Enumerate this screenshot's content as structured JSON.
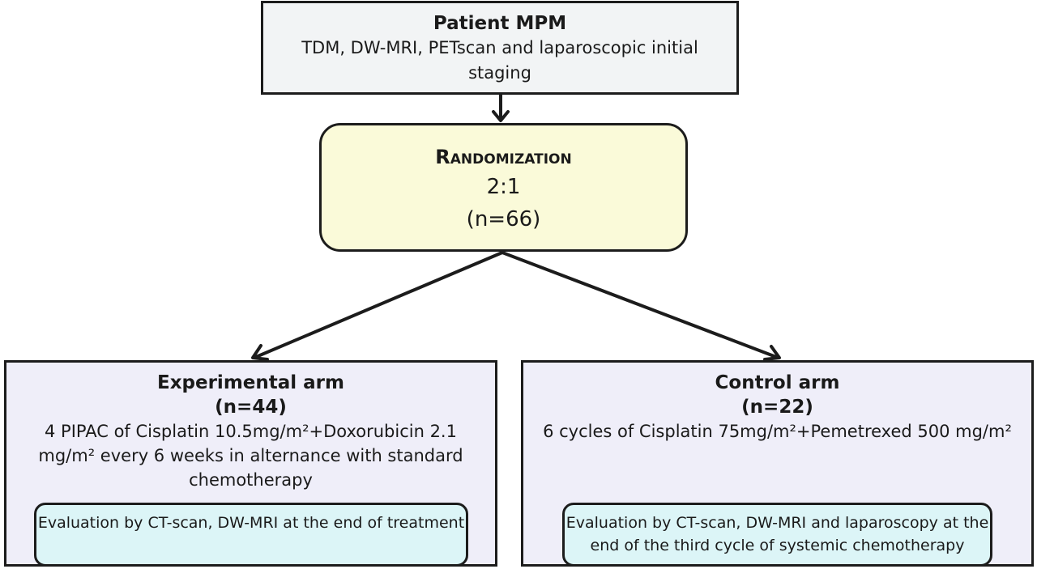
{
  "patient": {
    "title": "Patient MPM",
    "subtitle": "TDM, DW-MRI, PETscan and laparoscopic initial staging"
  },
  "randomization": {
    "title": "Randomization",
    "ratio": "2:1",
    "n": "(n=66)"
  },
  "experimental_arm": {
    "title": "Experimental arm",
    "n": "(n=44)",
    "treatment": "4 PIPAC of Cisplatin 10.5mg/m²+Doxorubicin 2.1 mg/m² every 6 weeks in alternance with standard chemotherapy",
    "evaluation": "Evaluation by CT-scan, DW-MRI at the end of treatment"
  },
  "control_arm": {
    "title": "Control arm",
    "n": "(n=22)",
    "treatment": "6 cycles of Cisplatin 75mg/m²+Pemetrexed 500 mg/m²",
    "evaluation": "Evaluation by CT-scan, DW-MRI and laparoscopy  at the end of the third cycle of systemic chemotherapy"
  },
  "colors": {
    "patient_fill": "#f2f4f5",
    "randomization_fill": "#fafad9",
    "arm_fill": "#efeef9",
    "evaluation_fill": "#dcf5f7",
    "stroke": "#1c1c1c"
  }
}
